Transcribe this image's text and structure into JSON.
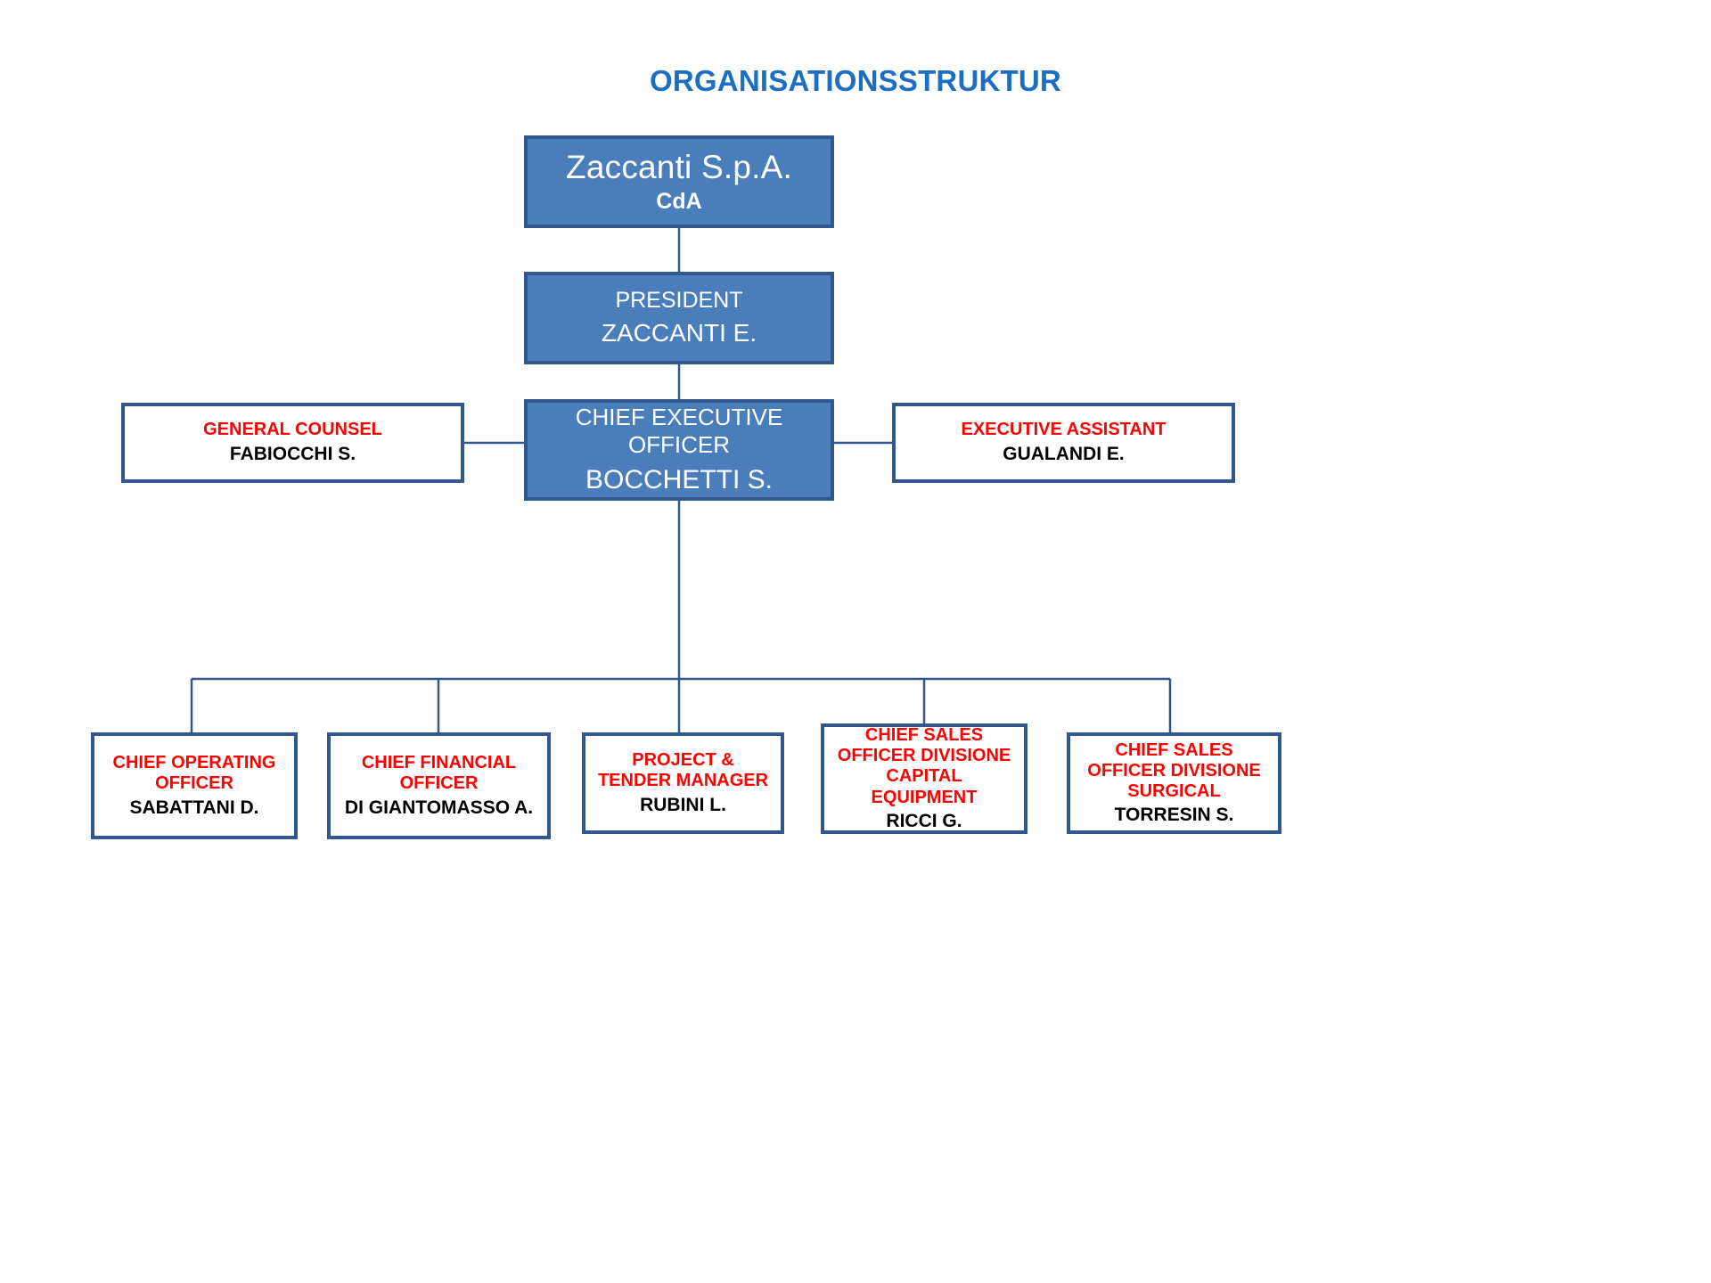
{
  "title": "ORGANISATIONSSTRUKTUR",
  "colors": {
    "title": "#1b6ec2",
    "box_fill": "#4a7ebb",
    "box_border": "#31578c",
    "role_red": "#ff0000",
    "person_black": "#000000",
    "filled_text": "#ffffff",
    "background": "#ffffff",
    "connector": "#31578c"
  },
  "nodes": {
    "root": {
      "role": "Zaccanti S.p.A.",
      "person": "CdA"
    },
    "president": {
      "role": "PRESIDENT",
      "person": "ZACCANTI E."
    },
    "ceo": {
      "role": "CHIEF EXECUTIVE OFFICER",
      "person": "BOCCHETTI S."
    },
    "general_counsel": {
      "role": "GENERAL COUNSEL",
      "person": "FABIOCCHI S."
    },
    "executive_assistant": {
      "role": "EXECUTIVE ASSISTANT",
      "person": "GUALANDI E."
    }
  },
  "reports": [
    {
      "role": "CHIEF OPERATING OFFICER",
      "person": "SABATTANI D."
    },
    {
      "role": "CHIEF FINANCIAL OFFICER",
      "person": "DI GIANTOMASSO A."
    },
    {
      "role": "PROJECT & TENDER MANAGER",
      "person": "RUBINI L."
    },
    {
      "role": "CHIEF SALES OFFICER DIVISIONE CAPITAL EQUIPMENT",
      "person": "RICCI G."
    },
    {
      "role": "CHIEF SALES OFFICER DIVISIONE SURGICAL",
      "person": "TORRESIN S."
    }
  ]
}
